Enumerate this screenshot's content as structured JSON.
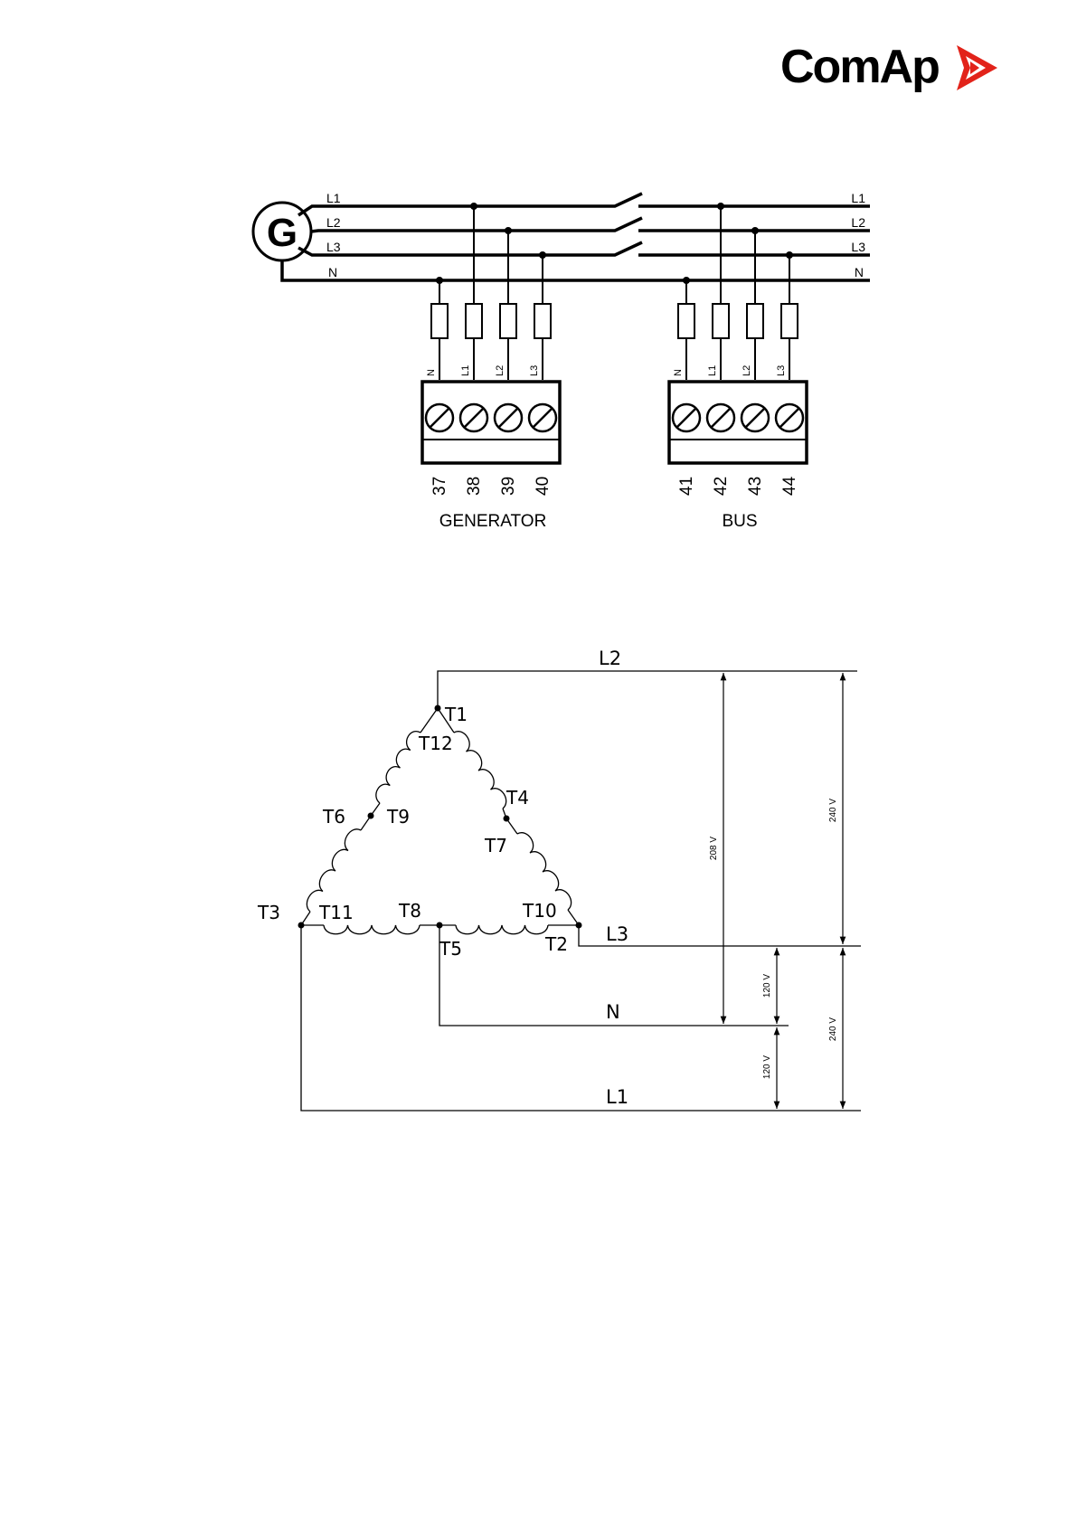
{
  "header": {
    "logo_text": "ComAp",
    "brand_color": "#e2231a"
  },
  "wiring_diagram": {
    "generator_symbol": "G",
    "left_line_labels": [
      "L1",
      "L2",
      "L3",
      "N"
    ],
    "right_line_labels": [
      "L1",
      "L2",
      "L3",
      "N"
    ],
    "generator_terminals": {
      "pin_labels": [
        "N",
        "L1",
        "L2",
        "L3"
      ],
      "numbers": [
        "37",
        "38",
        "39",
        "40"
      ],
      "caption": "GENERATOR"
    },
    "bus_terminals": {
      "pin_labels": [
        "N",
        "L1",
        "L2",
        "L3"
      ],
      "numbers": [
        "41",
        "42",
        "43",
        "44"
      ],
      "caption": "BUS"
    }
  },
  "delta_diagram": {
    "line_labels": {
      "l2": "L2",
      "l3": "L3",
      "n": "N",
      "l1": "L1"
    },
    "terminals": {
      "t1": "T1",
      "t12": "T12",
      "t4": "T4",
      "t6": "T6",
      "t9": "T9",
      "t7": "T7",
      "t3": "T3",
      "t11": "T11",
      "t8": "T8",
      "t10": "T10",
      "t5": "T5",
      "t2": "T2"
    },
    "voltages": {
      "l2_l3": "240 V",
      "l2_n": "208 V",
      "l3_n": "120 V",
      "n_l1": "120 V",
      "l3_l1": "240 V"
    }
  }
}
